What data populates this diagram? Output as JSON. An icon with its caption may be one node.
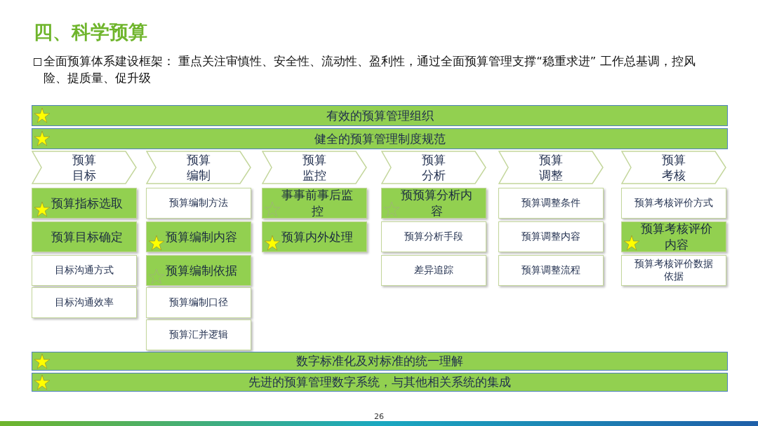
{
  "diagram": {
    "title": "四、科学预算",
    "nodes": [
      {
        "text": [
          "有效的预算管理组织"
        ]
      },
      {
        "text": [
          "健全的预算管理制度规范"
        ]
      },
      {
        "text": [
          "预算目标"
        ]
      },
      {
        "text": [
          "预算编制"
        ]
      },
      {
        "text": [
          "预算监控"
        ]
      },
      {
        "text": [
          "预算分析"
        ]
      },
      {
        "text": [
          "预算调整"
        ]
      },
      {
        "text": [
          "预算考核"
        ]
      },
      {
        "text": [
          "预算指标选取"
        ]
      },
      {
        "text": [
          "预算目标确定"
        ]
      },
      {
        "text": [
          "目标沟通方式"
        ]
      },
      {
        "text": [
          "目标沟通效率"
        ]
      },
      {
        "text": [
          "预算编制方法"
        ]
      },
      {
        "text": [
          "预算编制内容"
        ]
      },
      {
        "text": [
          "预算编制依据"
        ]
      },
      {
        "text": [
          "预算编制口径"
        ]
      },
      {
        "text": [
          "预算汇并逻辑"
        ]
      },
      {
        "text": [
          "事事前事后监控"
        ]
      },
      {
        "text": [
          "预算内外处理"
        ]
      },
      {
        "text": [
          "预预算分析内容"
        ]
      },
      {
        "text": [
          "预算分析手段"
        ]
      },
      {
        "text": [
          "差异追踪"
        ]
      },
      {
        "text": [
          "预算调整条件"
        ]
      },
      {
        "text": [
          "预算调整内容"
        ]
      },
      {
        "text": [
          "预算调整流程"
        ]
      },
      {
        "text": [
          "预算考核评价方式"
        ]
      },
      {
        "text": [
          "预算考核评价内容"
        ]
      },
      {
        "text": [
          "预算考核评价数据依据"
        ]
      },
      {
        "text": [
          "数字标准化及对标准的统一理解"
        ]
      },
      {
        "text": [
          "先进的预算管理数字系统，与其他相关系统的集成"
        ]
      }
    ],
    "edges": [],
    "labels": [
      "全面预算体系建设框架：  重点关注审慎性、安全性、流动性、盈利性，通过全面预算管理支撑“稳重求进” 工作总基调，控风险、提质量、促升级",
      "26"
    ]
  }
}
